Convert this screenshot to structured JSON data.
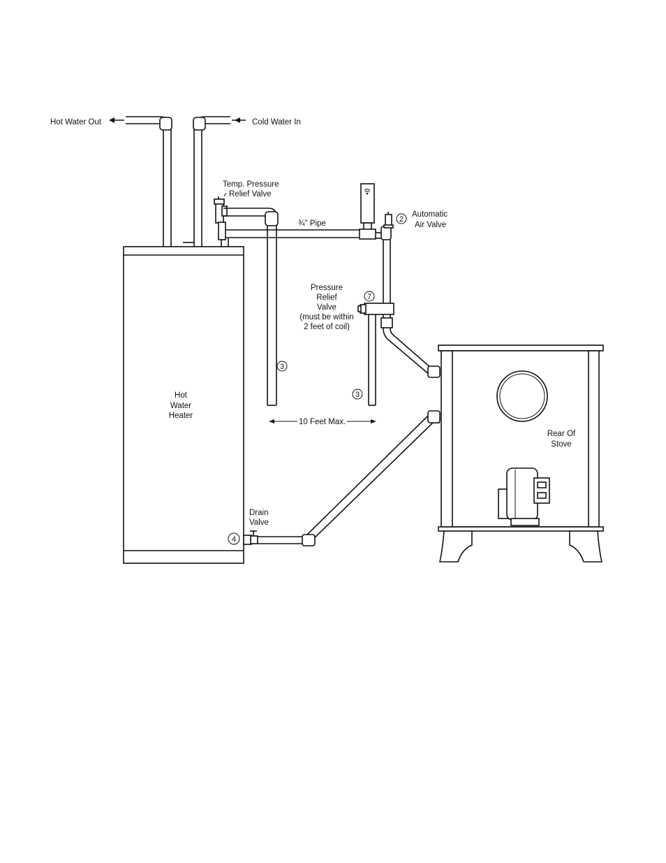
{
  "labels": {
    "hot_water_out": "Hot Water Out",
    "cold_water_in": "Cold Water In",
    "temp_pressure_1": "Temp. Pressure",
    "temp_pressure_2": "Relief Valve",
    "pipe": "¾\" Pipe",
    "auto_air_1": "Automatic",
    "auto_air_2": "Air Valve",
    "pressure_relief_1": "Pressure",
    "pressure_relief_2": "Relief",
    "pressure_relief_3": "Valve",
    "pressure_relief_4": "(must be within",
    "pressure_relief_5": "2 feet of coil)",
    "heater_1": "Hot",
    "heater_2": "Water",
    "heater_3": "Heater",
    "ten_feet": "10 Feet Max.",
    "stove_1": "Rear Of",
    "stove_2": "Stove",
    "drain_1": "Drain",
    "drain_2": "Valve"
  },
  "callouts": {
    "c2": "2",
    "c3a": "3",
    "c3b": "3",
    "c4": "4",
    "c7": "7"
  }
}
